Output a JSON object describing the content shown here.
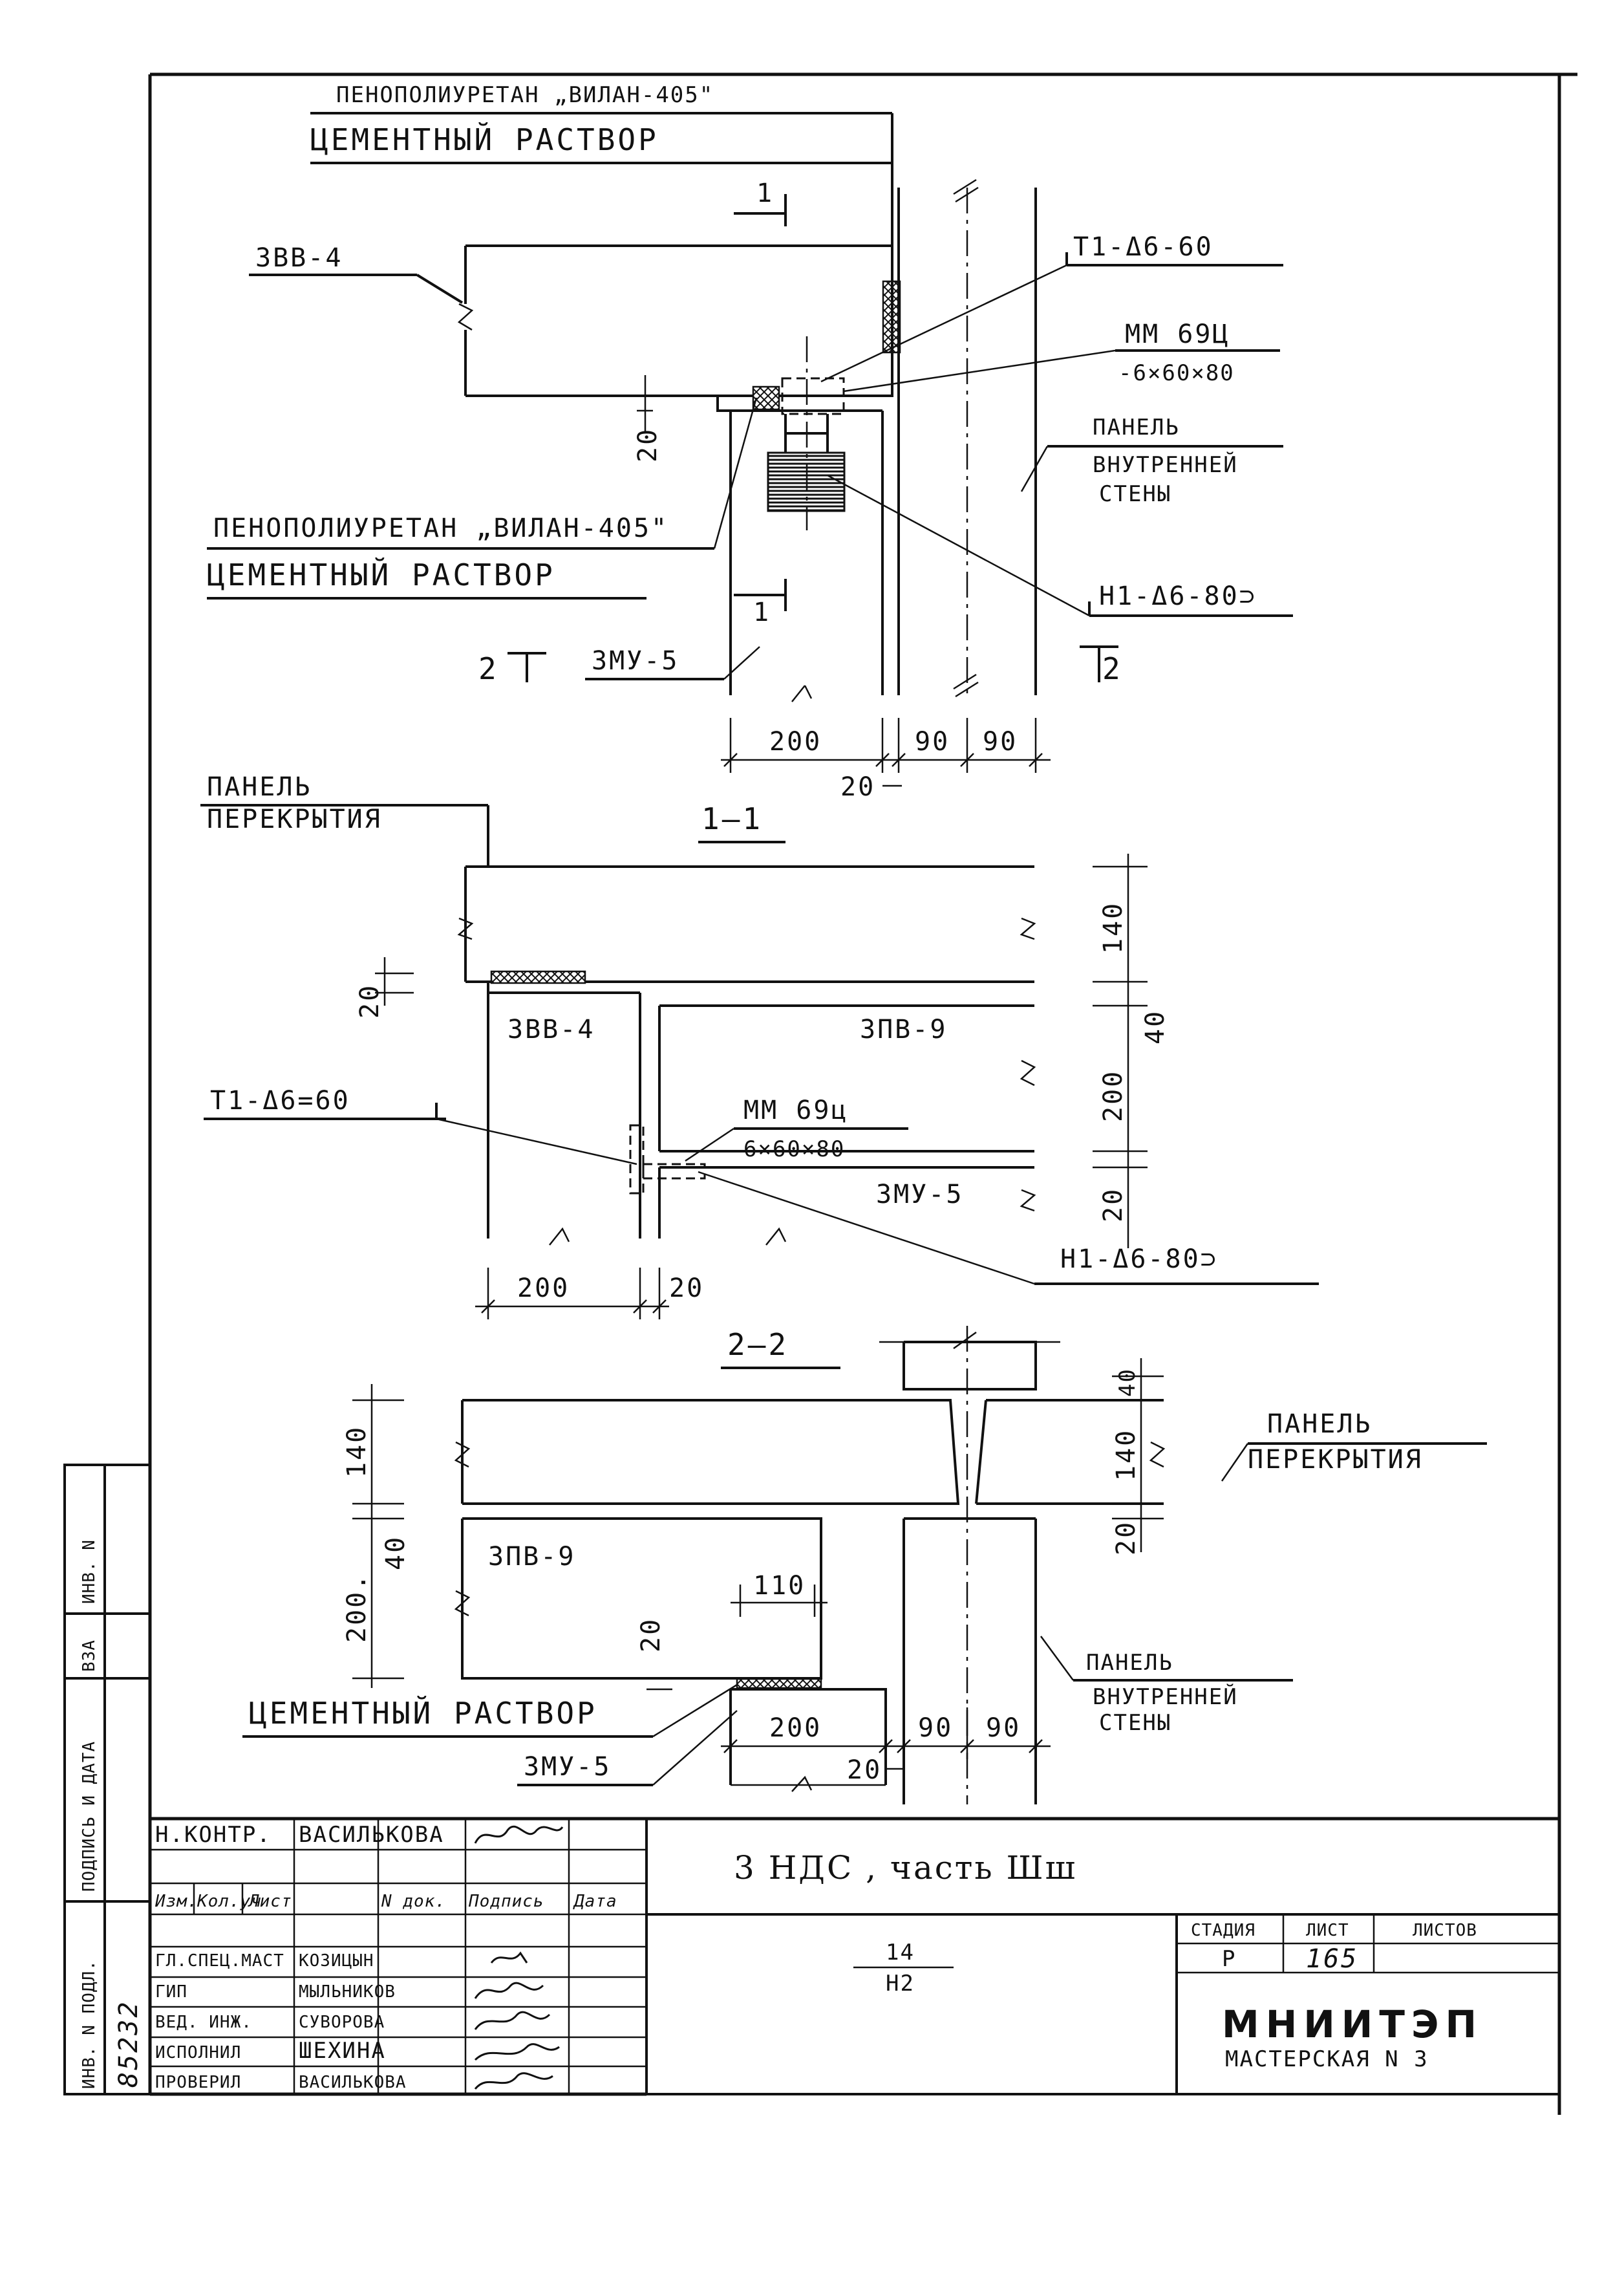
{
  "materials": {
    "foam": "ПЕНОПОЛИУРЕТАН „ВИЛАН-405\"",
    "mortar": "ЦЕМЕНТНЫЙ РАСТВОР"
  },
  "elements": {
    "zvv4": "3ВВ-4",
    "zmu5": "3МУ-5",
    "zpv9": "3ПВ-9"
  },
  "anchors": {
    "t1_top": "Т1-Δ6-60",
    "t1_sec": "Т1-Δ6=60",
    "h1_top": "Н1-Δ6-80⊃",
    "h1_sec": "Н1-Δ6-80⊃",
    "mm_top_name": "ММ 69Ц",
    "mm_top_size": "-6×60×80",
    "mm_sec_name": "ММ 69ц",
    "mm_sec_size": "6×60×80"
  },
  "panels": {
    "inner_wall": [
      "ПАНЕЛЬ",
      "ВНУТРЕННЕЙ",
      "СТЕНЫ"
    ],
    "floor": [
      "ПАНЕЛЬ",
      "ПЕРЕКРЫТИЯ"
    ]
  },
  "sections": {
    "cut1": "1",
    "cut2": "2",
    "s11": "1—1",
    "s22": "2—2"
  },
  "dims": {
    "d200": "200",
    "d20": "20",
    "d90": "90",
    "d140": "140",
    "d40": "40",
    "d110": "110",
    "d200dot": "200."
  },
  "margin": {
    "inv": "ИНВ. N",
    "vza": "ВЗА",
    "podpis": "ПОДПИСЬ И ДАТА",
    "inv_podl": "ИНВ. N ПОДЛ.",
    "inv_podl_value": "85232"
  },
  "title_block": {
    "n_kontr_role": "Н.КОНТР.",
    "n_kontr_name": "ВАСИЛЬКОВА",
    "hdr": [
      "Изм.",
      "Кол.уч",
      "Лист",
      "N док.",
      "Подпись",
      "Дата"
    ],
    "rows": [
      {
        "role": "ГЛ.СПЕЦ.МАСТ",
        "name": "КОЗИЦЫН"
      },
      {
        "role": "ГИП",
        "name": "МЫЛЬНИКОВ"
      },
      {
        "role": "ВЕД. ИНЖ.",
        "name": "СУВОРОВА"
      },
      {
        "role": "ИСПОЛНИЛ",
        "name": "ШЕХИНА"
      },
      {
        "role": "ПРОВЕРИЛ",
        "name": "ВАСИЛЬКОВА"
      }
    ],
    "title": "3 НДС , часть Шш",
    "node_top": "14",
    "node_bottom": "Н2",
    "stage_label": "СТАДИЯ",
    "sheet_label": "ЛИСТ",
    "sheets_label": "ЛИСТОВ",
    "stage": "Р",
    "sheet": "165",
    "org": "МНИИТЭП",
    "org_sub": "МАСТЕРСКАЯ N 3"
  }
}
